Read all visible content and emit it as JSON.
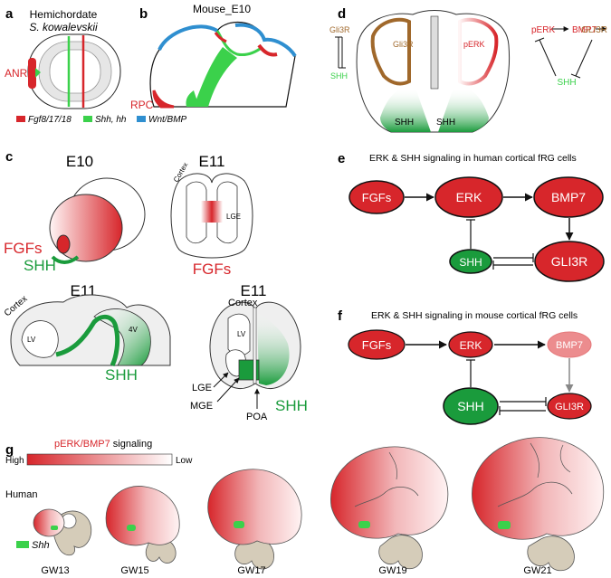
{
  "panels": {
    "a": "a",
    "b": "b",
    "c": "c",
    "d": "d",
    "e": "e",
    "f": "f",
    "g": "g"
  },
  "panel_a": {
    "title_line1": "Hemichordate",
    "title_line2": "S. kowalevskii",
    "anr": "ANR",
    "legend": [
      {
        "label": "Fgf8/17/18",
        "color": "#d7262b"
      },
      {
        "label": "Shh, hh",
        "color": "#3bd14b"
      },
      {
        "label": "Wnt/BMP",
        "color": "#2f8fd0"
      }
    ]
  },
  "panel_b": {
    "title": "Mouse_E10",
    "rpc": "RPC"
  },
  "panel_c": {
    "e10": "E10",
    "e11_top": "E11",
    "e11_left": "E11",
    "e11_right": "E11",
    "fgfs_left": "FGFs",
    "shh_left": "SHH",
    "cortex_top": "Cortex",
    "lge_top": "LGE",
    "fgfs_bottom": "FGFs",
    "cortex_left": "Cortex",
    "lv_left": "LV",
    "v4": "4V",
    "shh_sag": "SHH",
    "cortex_right": "Cortex",
    "lv_right": "LV",
    "lge": "LGE",
    "mge": "MGE",
    "poa": "POA",
    "shh_cor": "SHH"
  },
  "panel_d": {
    "gli3r_left": "Gli3R",
    "shh_left": "SHH",
    "gli3r_in": "Gli3R",
    "perk_in": "pERK",
    "shh_in1": "SHH",
    "shh_in2": "SHH",
    "perk": "pERK",
    "bmp7": "BMP7",
    "gli3r": "GLI3R",
    "shh": "SHH"
  },
  "panel_e": {
    "title": "ERK & SHH signaling in human cortical fRG cells",
    "fgfs": "FGFs",
    "erk": "ERK",
    "bmp7": "BMP7",
    "shh": "SHH",
    "gli3r": "GLI3R"
  },
  "panel_f": {
    "title": "ERK & SHH signaling in mouse cortical fRG cells",
    "fgfs": "FGFs",
    "erk": "ERK",
    "bmp7": "BMP7",
    "shh": "SHH",
    "gli3r": "GLI3R"
  },
  "panel_g": {
    "signal_label": "pERK/BMP7",
    "signal_suffix": " signaling",
    "high": "High",
    "low": "Low",
    "species": "Human",
    "shh_legend": "Shh",
    "stages": [
      "GW13",
      "GW15",
      "GW17",
      "GW19",
      "GW21"
    ]
  },
  "colors": {
    "red": "#d7262b",
    "green": "#3bd14b",
    "dark_green": "#1a9b3c",
    "blue": "#2f8fd0",
    "brown": "#a0682b",
    "brain_stem": "#d5ccb9"
  }
}
